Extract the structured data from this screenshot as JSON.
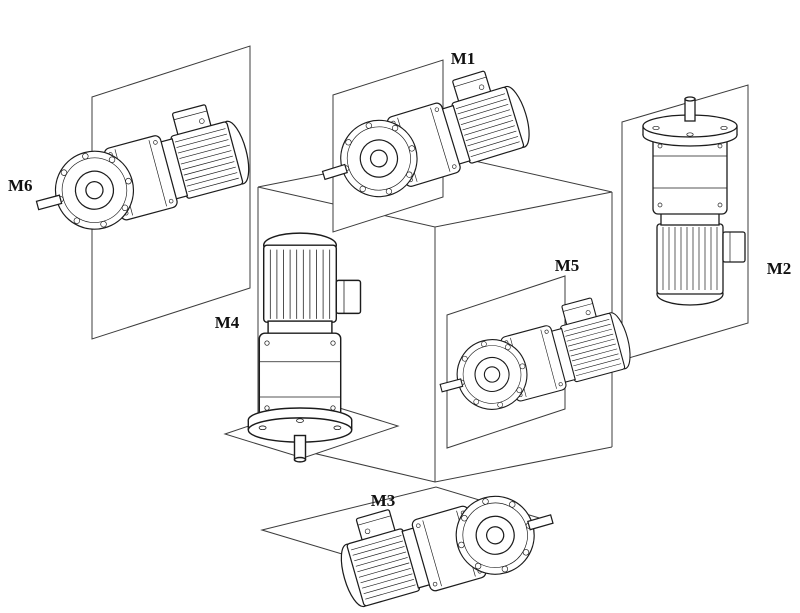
{
  "diagram": {
    "positions": [
      {
        "label": "M1"
      },
      {
        "label": "M2"
      },
      {
        "label": "M3"
      },
      {
        "label": "M4"
      },
      {
        "label": "M5"
      },
      {
        "label": "M6"
      }
    ]
  },
  "colors": {
    "background": "#ffffff",
    "drawing_line": "#1c1c1c",
    "construction_line": "#3c3c3c",
    "label_text": "#111111"
  }
}
